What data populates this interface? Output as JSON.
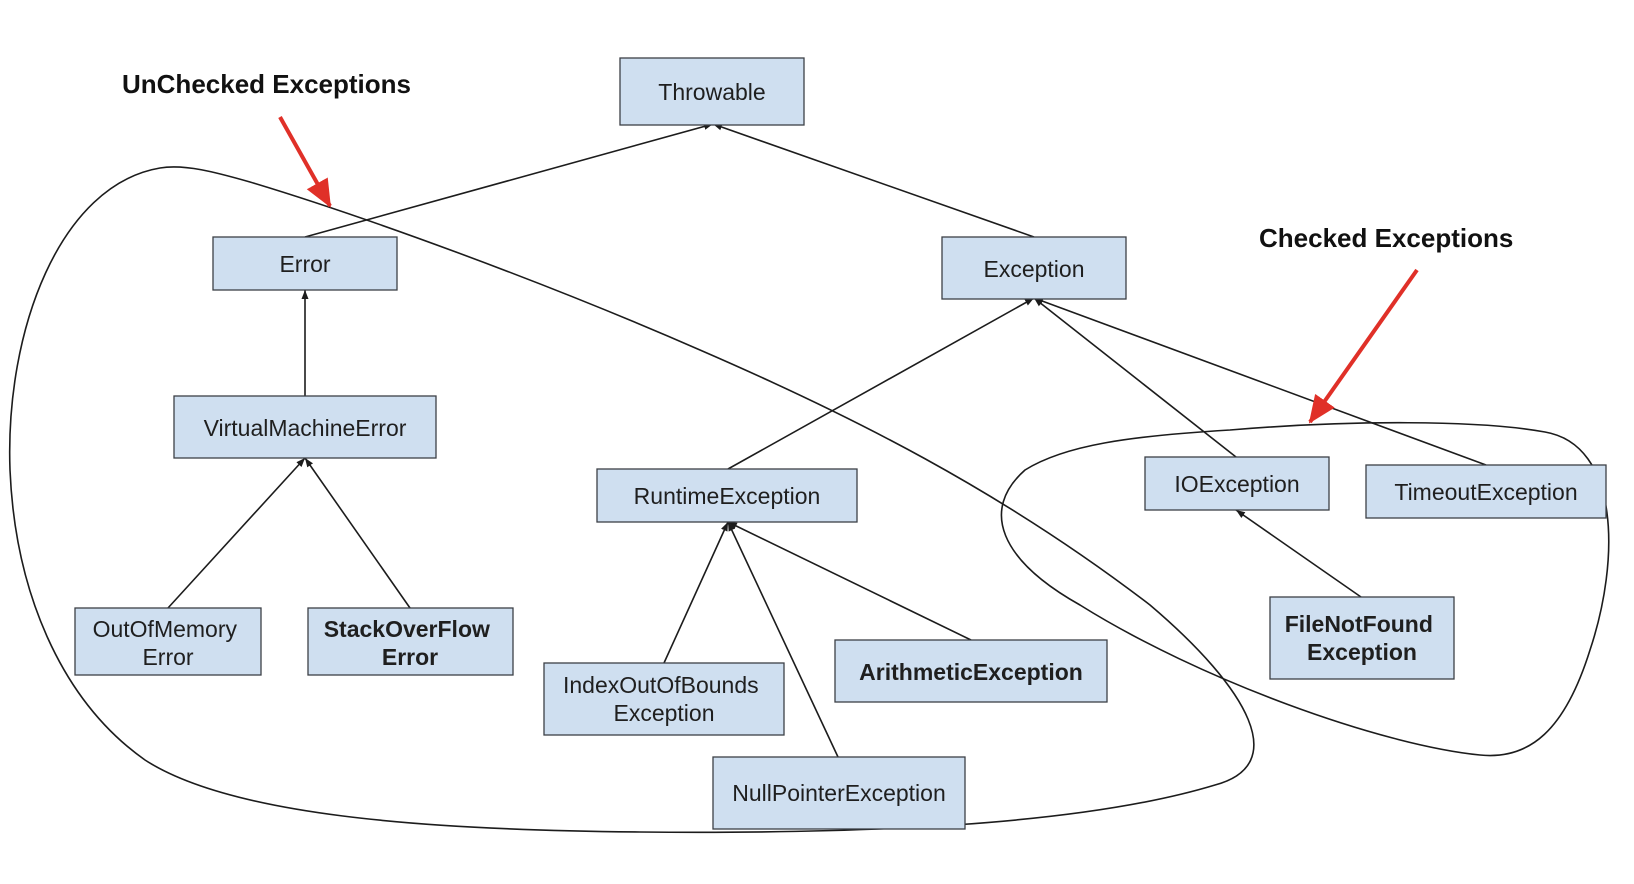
{
  "callouts": {
    "unchecked": "UnChecked Exceptions",
    "checked": "Checked Exceptions"
  },
  "nodes": {
    "throwable": {
      "lines": [
        "Throwable"
      ]
    },
    "error": {
      "lines": [
        "Error"
      ]
    },
    "exception": {
      "lines": [
        "Exception"
      ]
    },
    "virtual_machine_error": {
      "lines": [
        "VirtualMachineError"
      ]
    },
    "out_of_memory_error": {
      "lines": [
        "OutOfMemory",
        "Error"
      ]
    },
    "stack_overflow_error": {
      "lines": [
        "StackOverFlow",
        "Error"
      ]
    },
    "runtime_exception": {
      "lines": [
        "RuntimeException"
      ]
    },
    "index_out_of_bounds_exception": {
      "lines": [
        "IndexOutOfBounds",
        "Exception"
      ]
    },
    "arithmetic_exception": {
      "lines": [
        "ArithmeticException"
      ]
    },
    "null_pointer_exception": {
      "lines": [
        "NullPointerException"
      ]
    },
    "io_exception": {
      "lines": [
        "IOException"
      ]
    },
    "timeout_exception": {
      "lines": [
        "TimeoutException"
      ]
    },
    "file_not_found_exception": {
      "lines": [
        "FileNotFound",
        "Exception"
      ]
    }
  },
  "colors": {
    "node_fill": "#cfdff0",
    "node_border": "#3c4046",
    "callout_arrow": "#e03028",
    "lines": "#1c1c1c"
  }
}
